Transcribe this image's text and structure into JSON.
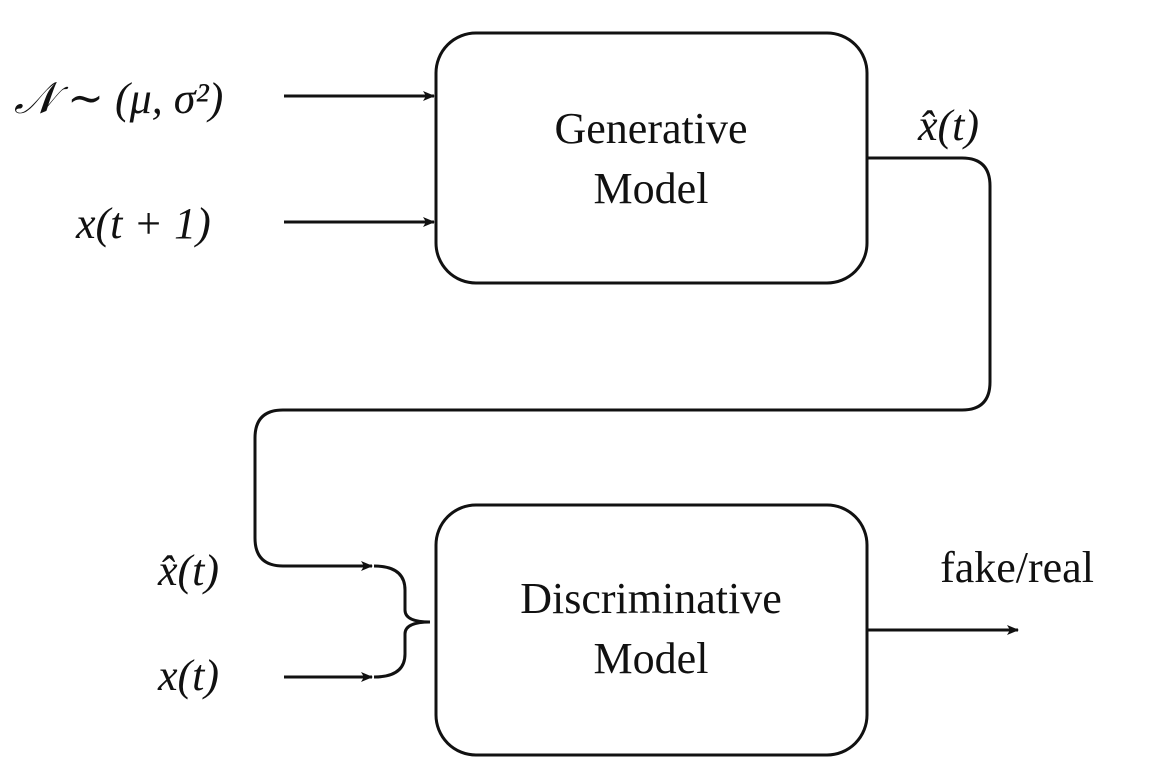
{
  "generative_model": {
    "line1": "Generative",
    "line2": "Model"
  },
  "discriminative_model": {
    "line1": "Discriminative",
    "line2": "Model"
  },
  "inputs": {
    "noise": "𝒩 ∼ (μ, σ²)",
    "future": "x(t + 1)"
  },
  "generated_label": "x̂(t)",
  "disc_inputs": {
    "generated": "x̂(t)",
    "real": "x(t)"
  },
  "output_label": "fake/real",
  "colors": {
    "stroke": "#111111",
    "background": "#ffffff"
  }
}
